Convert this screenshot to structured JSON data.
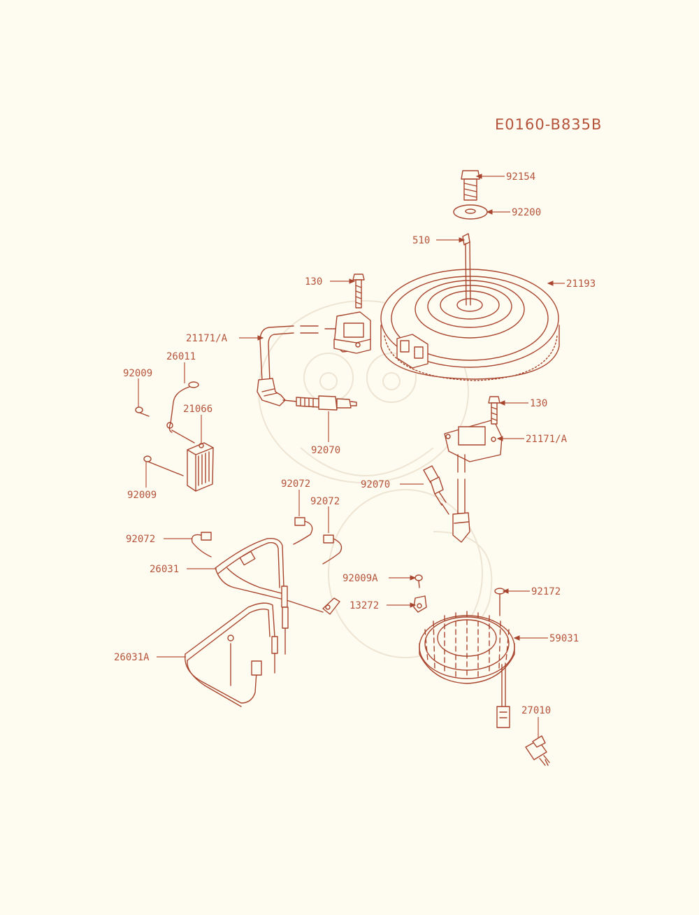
{
  "diagram_code": "E0160-B835B",
  "callouts": {
    "p92154": "92154",
    "p92200": "92200",
    "p510": "510",
    "p130_top": "130",
    "p21193": "21193",
    "p21171a_left": "21171/A",
    "p26011": "26011",
    "p92009_top": "92009",
    "p21066": "21066",
    "p92070_left": "92070",
    "p130_right": "130",
    "p21171a_right": "21171/A",
    "p92009_bottom": "92009",
    "p92072_a": "92072",
    "p92072_b": "92072",
    "p92070_right": "92070",
    "p92072_c": "92072",
    "p26031": "26031",
    "p92009a": "92009A",
    "p92172": "92172",
    "p13272": "13272",
    "p59031": "59031",
    "p26031a": "26031A",
    "p27010": "27010"
  },
  "colors": {
    "ink": "#a8452e",
    "paper": "#fefcf0"
  }
}
